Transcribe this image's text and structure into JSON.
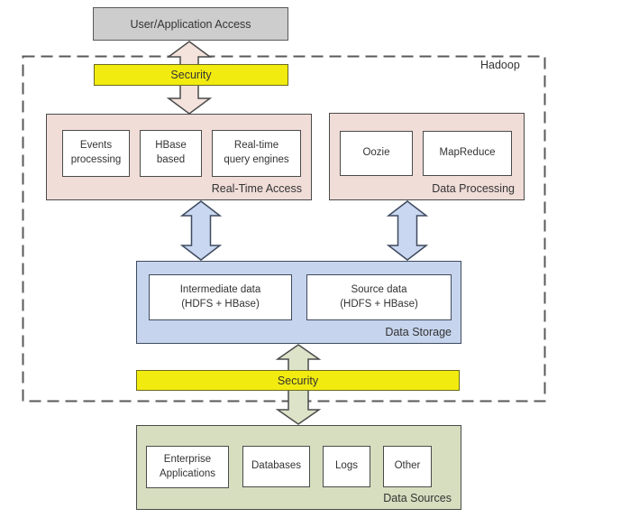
{
  "diagram_label": "Hadoop",
  "user_access": {
    "label": "User/Application Access"
  },
  "security_top": {
    "label": "Security"
  },
  "security_bottom": {
    "label": "Security"
  },
  "real_time_access": {
    "label": "Real-Time Access",
    "items": [
      [
        "Events",
        "processing"
      ],
      [
        "HBase",
        "based"
      ],
      [
        "Real-time",
        "query engines"
      ]
    ]
  },
  "data_processing": {
    "label": "Data Processing",
    "items": [
      "Oozie",
      "MapReduce"
    ]
  },
  "data_storage": {
    "label": "Data Storage",
    "items": [
      [
        "Intermediate data",
        "(HDFS + HBase)"
      ],
      [
        "Source data",
        "(HDFS + HBase)"
      ]
    ]
  },
  "data_sources": {
    "label": "Data Sources",
    "items": [
      [
        "Enterprise",
        "Applications"
      ],
      "Databases",
      "Logs",
      "Other"
    ]
  },
  "colors": {
    "box_gray": "#cdcdcd",
    "security_yellow": "#f2eb0f",
    "panel_pink": "#f0ddd8",
    "panel_blue": "#c6d4ed",
    "panel_green": "#d6debf",
    "arrow_pink": "#f4e2dc",
    "arrow_blue": "#c9d8f0",
    "arrow_green": "#dce3c8",
    "outline_dark": "#4a4a4a",
    "outline_blue": "#3e4a5f",
    "dash_gray": "#58595b",
    "text_dark": "#333333"
  }
}
